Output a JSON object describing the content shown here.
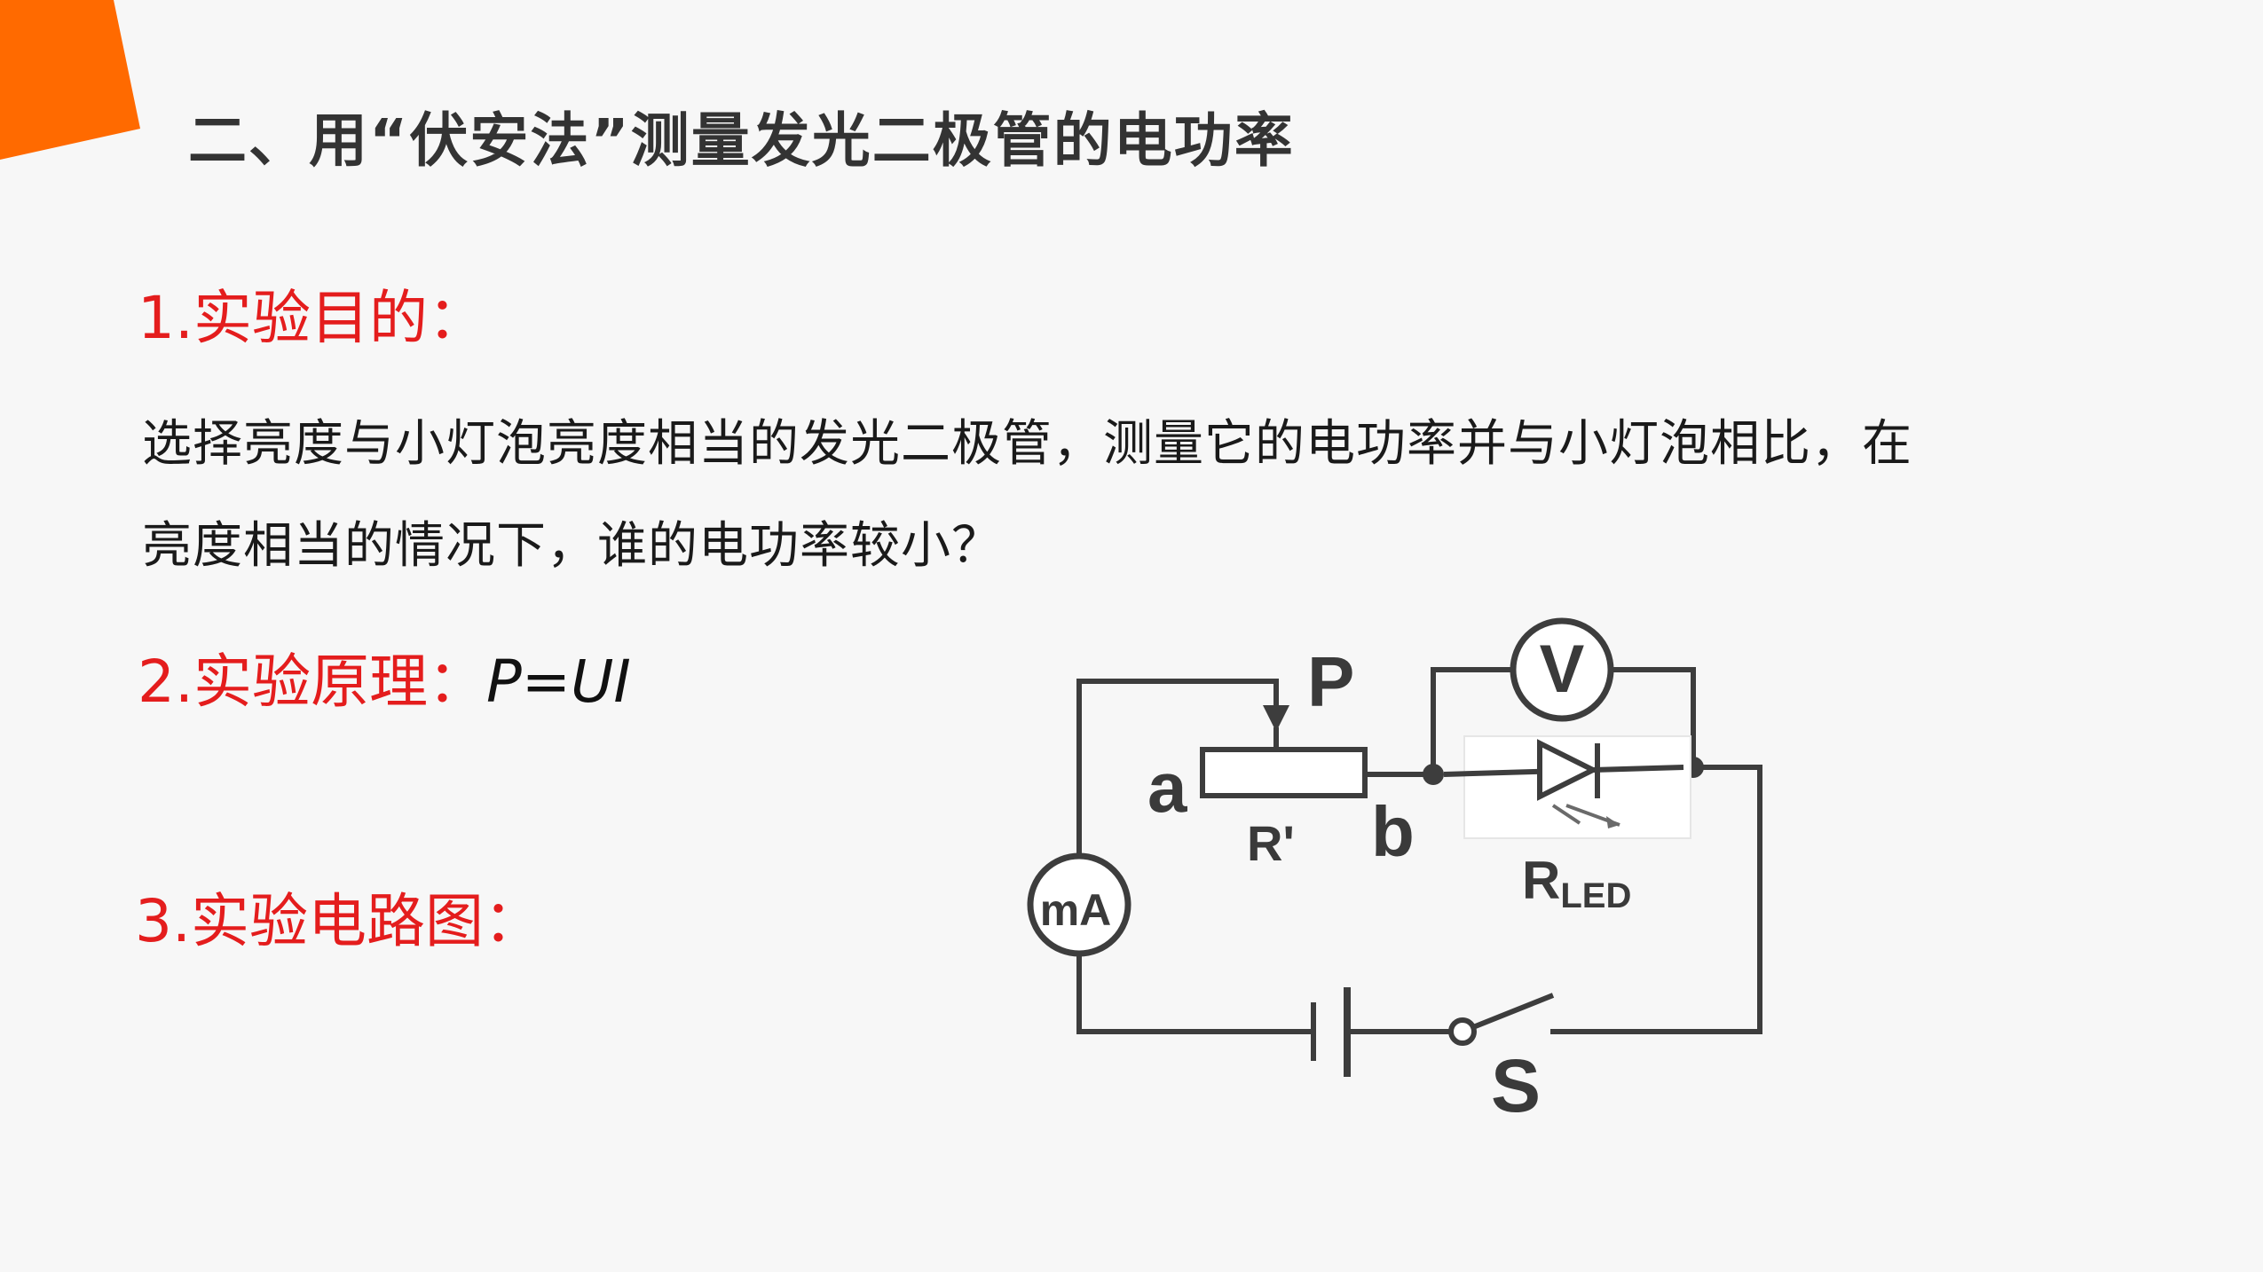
{
  "slide": {
    "title": "二、用“伏安法”测量发光二极管的电功率",
    "accent_color": "#ff6a00",
    "heading_color": "#e41d1d"
  },
  "section1": {
    "heading": "1.实验目的：",
    "text_line1": "选择亮度与小灯泡亮度相当的发光二极管，测量它的电功率并与小灯泡相比，在",
    "text_line2": "亮度相当的情况下，谁的电功率较小？"
  },
  "section2": {
    "heading": "2.实验原理：",
    "formula": "P=UI"
  },
  "section3": {
    "heading": "3.实验电路图："
  },
  "circuit": {
    "label_p": "P",
    "label_a": "a",
    "label_b": "b",
    "label_r": "R'",
    "label_v": "V",
    "label_ma": "mA",
    "label_rled_main": "R",
    "label_rled_sub": "LED",
    "label_s": "S"
  }
}
